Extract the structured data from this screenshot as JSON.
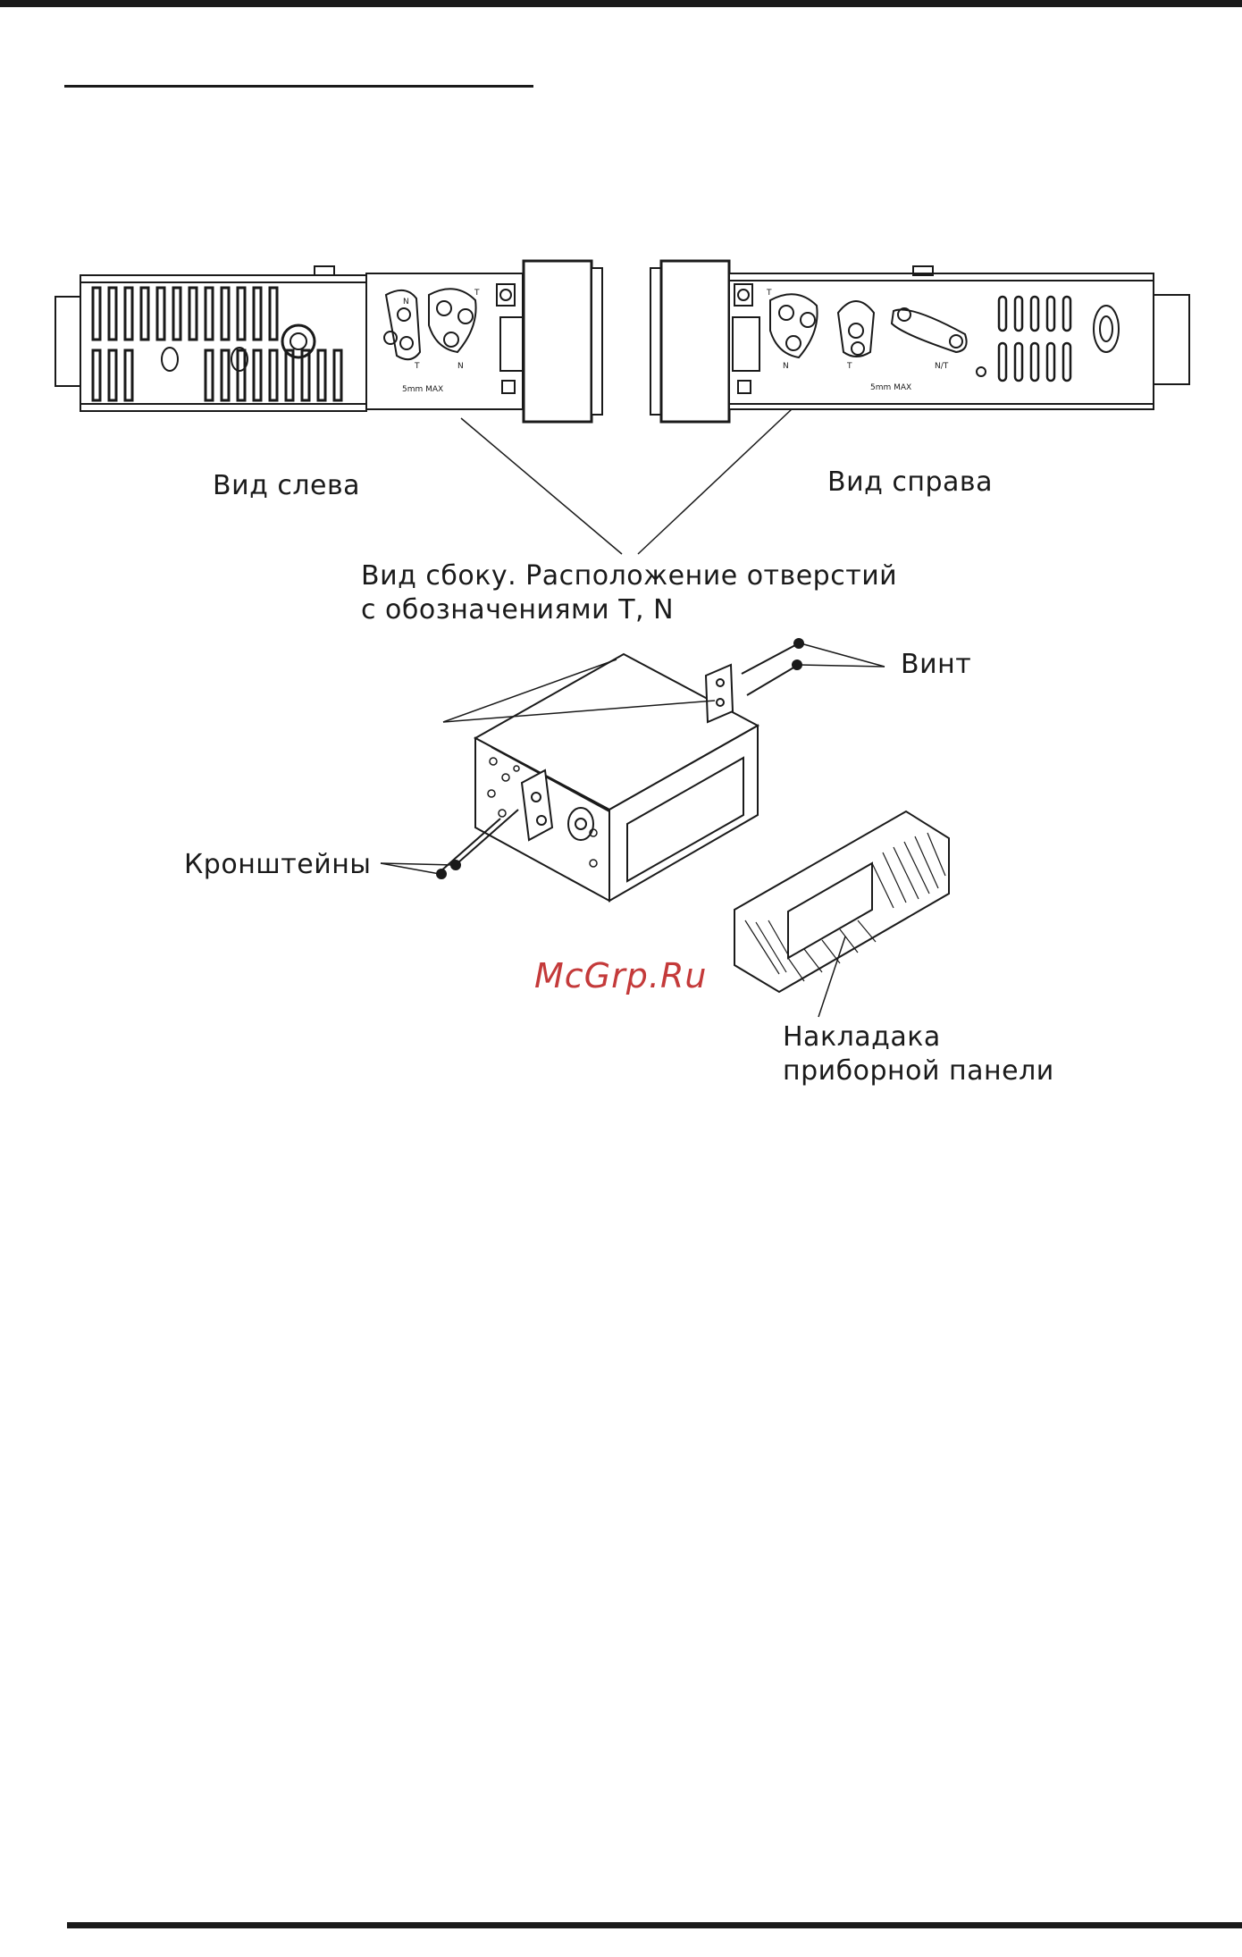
{
  "labels": {
    "left_view": "Вид слева",
    "right_view": "Вид справа",
    "side_view": "Вид сбоку. Расположение отверстий\nс обозначениями T, N",
    "screw": "Винт",
    "brackets": "Кронштейны",
    "dash_trim": "Накладака\nприборной панели"
  },
  "unit_markings": {
    "left": {
      "n": "N",
      "t_top": "T",
      "t": "T",
      "n2": "N",
      "max": "5mm MAX"
    },
    "right": {
      "t_top": "T",
      "n": "N",
      "t": "T",
      "nt": "N/T",
      "max": "5mm MAX"
    }
  },
  "watermark": "McGrp.Ru"
}
